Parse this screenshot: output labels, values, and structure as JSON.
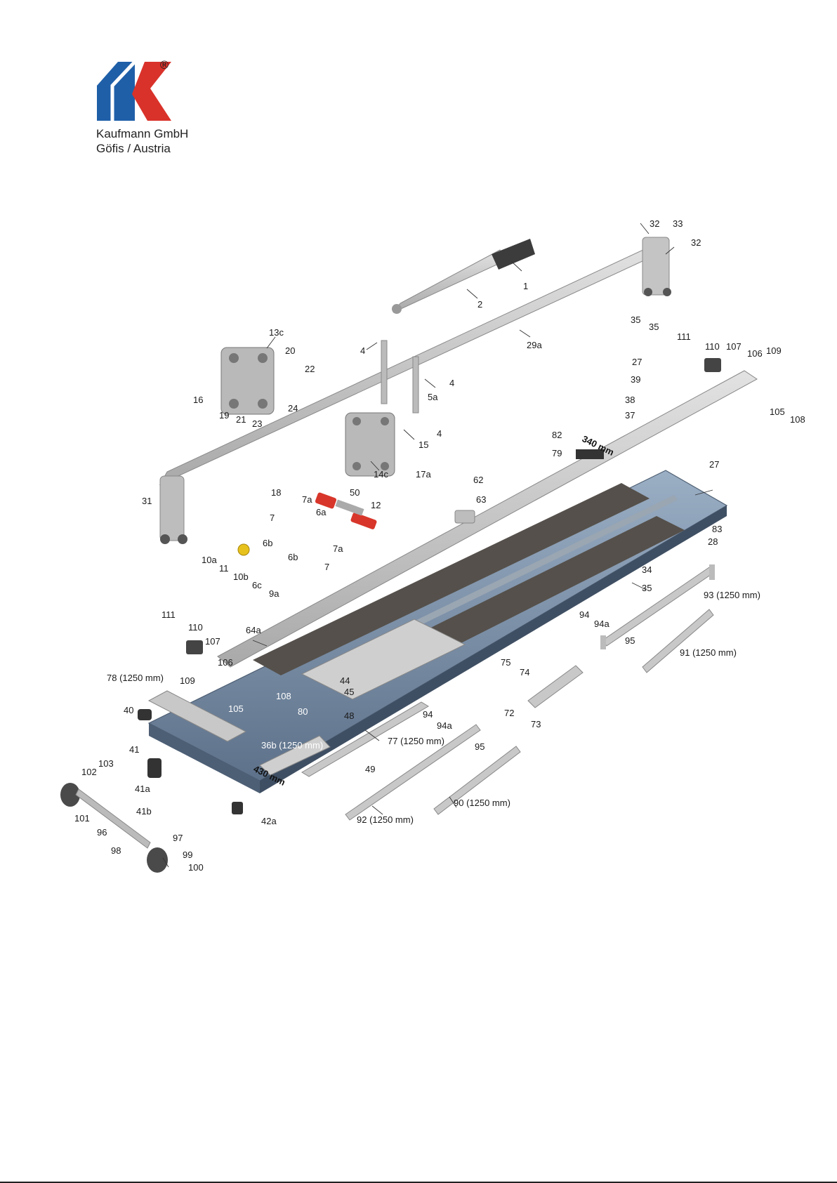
{
  "company": {
    "name": "Kaufmann GmbH",
    "location": "Göfis / Austria",
    "registered_mark": "®"
  },
  "colors": {
    "logo_blue": "#1f5fa8",
    "logo_red": "#d9322a",
    "frame_blue": "#7c8fa6",
    "rail_grey": "#c9c9c9",
    "mat": "#55504b"
  },
  "dimensions": {
    "d1": "340 mm",
    "d2": "430 mm"
  },
  "labels": [
    {
      "id": "p1",
      "text": "1"
    },
    {
      "id": "p2",
      "text": "2"
    },
    {
      "id": "p29a",
      "text": "29a"
    },
    {
      "id": "p32a",
      "text": "32"
    },
    {
      "id": "p33",
      "text": "33"
    },
    {
      "id": "p32b",
      "text": "32"
    },
    {
      "id": "p35a",
      "text": "35"
    },
    {
      "id": "p35b",
      "text": "35"
    },
    {
      "id": "p13c",
      "text": "13c"
    },
    {
      "id": "p20",
      "text": "20"
    },
    {
      "id": "p22",
      "text": "22"
    },
    {
      "id": "p16",
      "text": "16"
    },
    {
      "id": "p19",
      "text": "19"
    },
    {
      "id": "p21",
      "text": "21"
    },
    {
      "id": "p23",
      "text": "23"
    },
    {
      "id": "p24",
      "text": "24"
    },
    {
      "id": "p4a",
      "text": "4"
    },
    {
      "id": "p4b",
      "text": "4"
    },
    {
      "id": "p5a",
      "text": "5a"
    },
    {
      "id": "p4c",
      "text": "4"
    },
    {
      "id": "p15",
      "text": "15"
    },
    {
      "id": "p14c",
      "text": "14c"
    },
    {
      "id": "p17a",
      "text": "17a"
    },
    {
      "id": "p111a",
      "text": "111"
    },
    {
      "id": "p110a",
      "text": "110"
    },
    {
      "id": "p107a",
      "text": "107"
    },
    {
      "id": "p106a",
      "text": "106"
    },
    {
      "id": "p109a",
      "text": "109"
    },
    {
      "id": "p105a",
      "text": "105"
    },
    {
      "id": "p108a",
      "text": "108"
    },
    {
      "id": "p27a",
      "text": "27"
    },
    {
      "id": "p39",
      "text": "39"
    },
    {
      "id": "p38",
      "text": "38"
    },
    {
      "id": "p37",
      "text": "37"
    },
    {
      "id": "p82",
      "text": "82"
    },
    {
      "id": "p79",
      "text": "79"
    },
    {
      "id": "p27b",
      "text": "27"
    },
    {
      "id": "p31",
      "text": "31"
    },
    {
      "id": "p18",
      "text": "18"
    },
    {
      "id": "p7a1",
      "text": "7a"
    },
    {
      "id": "p7a",
      "text": "7"
    },
    {
      "id": "p6a",
      "text": "6a"
    },
    {
      "id": "p50",
      "text": "50"
    },
    {
      "id": "p12",
      "text": "12"
    },
    {
      "id": "p62",
      "text": "62"
    },
    {
      "id": "p63",
      "text": "63"
    },
    {
      "id": "p6b1",
      "text": "6b"
    },
    {
      "id": "p7a2",
      "text": "7a"
    },
    {
      "id": "p6b2",
      "text": "6b"
    },
    {
      "id": "p7b",
      "text": "7"
    },
    {
      "id": "p10a",
      "text": "10a"
    },
    {
      "id": "p11",
      "text": "11"
    },
    {
      "id": "p10b",
      "text": "10b"
    },
    {
      "id": "p6c",
      "text": "6c"
    },
    {
      "id": "p9a",
      "text": "9a"
    },
    {
      "id": "p83",
      "text": "83"
    },
    {
      "id": "p28",
      "text": "28"
    },
    {
      "id": "p34",
      "text": "34"
    },
    {
      "id": "p35c",
      "text": "35"
    },
    {
      "id": "p93",
      "text": "93 (1250 mm)"
    },
    {
      "id": "p94a",
      "text": "94"
    },
    {
      "id": "p94aa",
      "text": "94a"
    },
    {
      "id": "p95a",
      "text": "95"
    },
    {
      "id": "p91",
      "text": "91 (1250 mm)"
    },
    {
      "id": "p111b",
      "text": "111"
    },
    {
      "id": "p110b",
      "text": "110"
    },
    {
      "id": "p107b",
      "text": "107"
    },
    {
      "id": "p64a",
      "text": "64a"
    },
    {
      "id": "p106b",
      "text": "106"
    },
    {
      "id": "p78",
      "text": "78 (1250 mm)"
    },
    {
      "id": "p109b",
      "text": "109"
    },
    {
      "id": "p75",
      "text": "75"
    },
    {
      "id": "p74",
      "text": "74"
    },
    {
      "id": "p44",
      "text": "44"
    },
    {
      "id": "p45",
      "text": "45"
    },
    {
      "id": "p72",
      "text": "72"
    },
    {
      "id": "p73",
      "text": "73"
    },
    {
      "id": "p40",
      "text": "40"
    },
    {
      "id": "p48",
      "text": "48"
    },
    {
      "id": "p94b",
      "text": "94"
    },
    {
      "id": "p94ab",
      "text": "94a"
    },
    {
      "id": "p77",
      "text": "77 (1250 mm)"
    },
    {
      "id": "p95b",
      "text": "95"
    },
    {
      "id": "p41",
      "text": "41"
    },
    {
      "id": "p49",
      "text": "49"
    },
    {
      "id": "p103",
      "text": "103"
    },
    {
      "id": "p102",
      "text": "102"
    },
    {
      "id": "p41a",
      "text": "41a"
    },
    {
      "id": "p41b",
      "text": "41b"
    },
    {
      "id": "p101",
      "text": "101"
    },
    {
      "id": "p96",
      "text": "96"
    },
    {
      "id": "p42a",
      "text": "42a"
    },
    {
      "id": "p90",
      "text": "90 (1250 mm)"
    },
    {
      "id": "p92",
      "text": "92 (1250 mm)"
    },
    {
      "id": "p98",
      "text": "98"
    },
    {
      "id": "p97",
      "text": "97"
    },
    {
      "id": "p99",
      "text": "99"
    },
    {
      "id": "p100",
      "text": "100"
    },
    {
      "id": "w105",
      "text": "105"
    },
    {
      "id": "w108",
      "text": "108"
    },
    {
      "id": "w80",
      "text": "80"
    },
    {
      "id": "w36b",
      "text": "36b (1250 mm)"
    }
  ]
}
